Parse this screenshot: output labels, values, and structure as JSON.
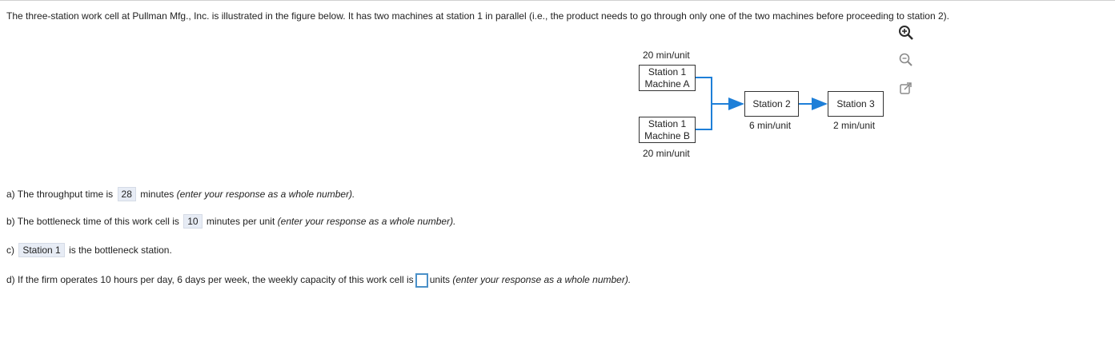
{
  "intro": "The three-station work cell at Pullman Mfg., Inc. is illustrated in the figure below. It has two machines at station 1 in parallel (i.e., the product needs to go through only one of the two machines before proceeding to station 2).",
  "diagram": {
    "machine_a_rate": "20 min/unit",
    "machine_a_line1": "Station 1",
    "machine_a_line2": "Machine A",
    "machine_b_line1": "Station 1",
    "machine_b_line2": "Machine B",
    "machine_b_rate": "20 min/unit",
    "station2": "Station 2",
    "station2_rate": "6 min/unit",
    "station3": "Station 3",
    "station3_rate": "2 min/unit",
    "arrow_color": "#1e7fd8"
  },
  "tools": {
    "zoom_in": "zoom-in-icon",
    "zoom_out": "zoom-out-icon",
    "popout": "external-link-icon"
  },
  "qa": {
    "a_prefix": "a) The throughput time is",
    "a_answer": "28",
    "a_suffix": "minutes",
    "a_hint": "(enter your response as a whole number).",
    "b_prefix": "b) The bottleneck time of this work cell is",
    "b_answer": "10",
    "b_suffix": "minutes per unit",
    "b_hint": "(enter your response as a whole number).",
    "c_prefix": "c)",
    "c_answer": "Station 1",
    "c_suffix": "is the bottleneck station.",
    "d_prefix": "d) If the firm operates 10 hours per day, 6 days per week, the weekly capacity of this work cell is",
    "d_value": "",
    "d_suffix": "units",
    "d_hint": "(enter your response as a whole number)."
  }
}
